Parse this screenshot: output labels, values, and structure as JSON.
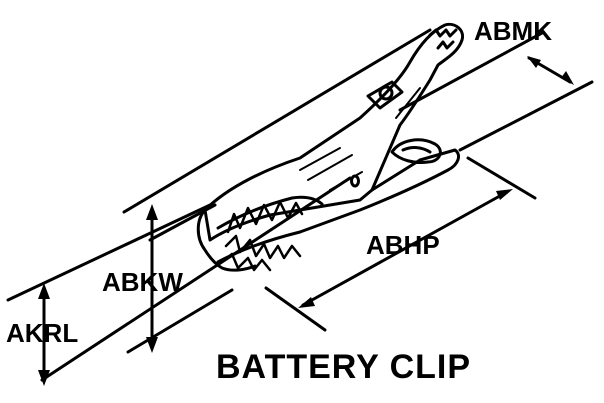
{
  "diagram": {
    "title": "BATTERY CLIP",
    "dimensions": {
      "abmk": "ABMK",
      "abhp": "ABHP",
      "abkw": "ABKW",
      "akrl": "AKRL"
    }
  }
}
